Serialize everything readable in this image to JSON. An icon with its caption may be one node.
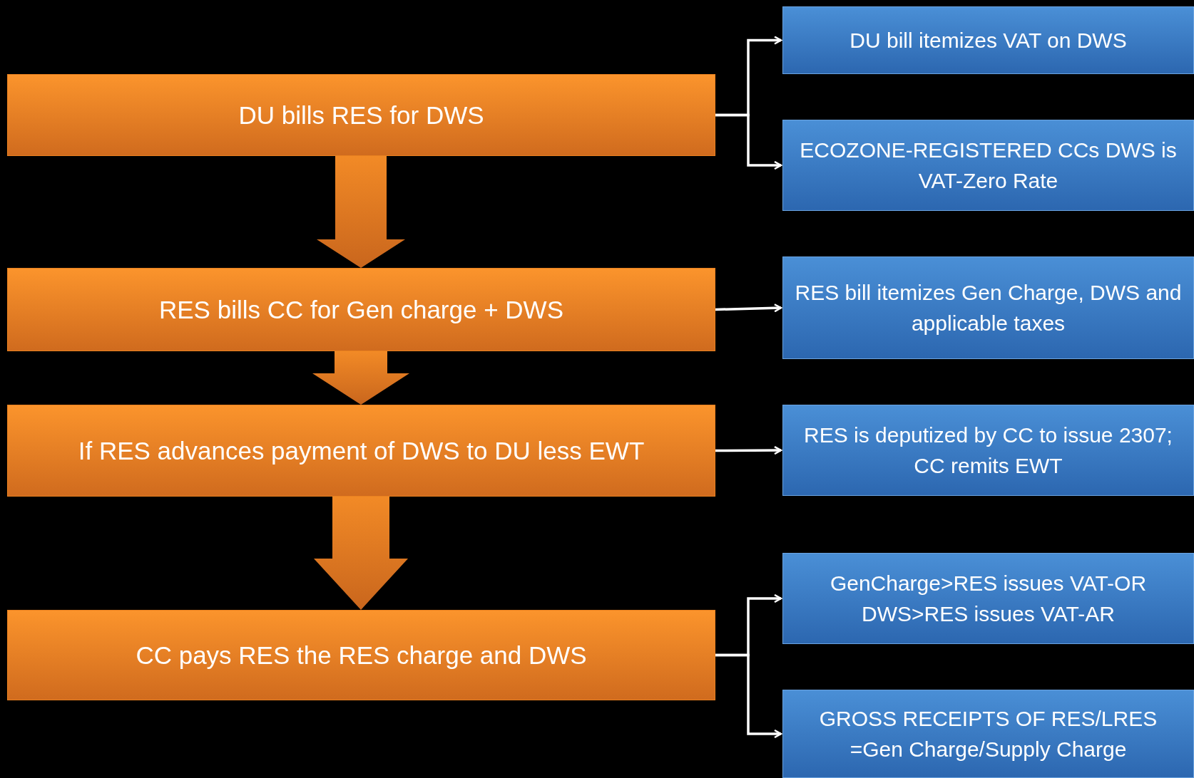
{
  "diagram": {
    "nodes": [
      {
        "text": [
          "DU bills RES for DWS"
        ]
      },
      {
        "text": [
          "RES bills CC for Gen charge + DWS"
        ]
      },
      {
        "text": [
          "If RES advances payment of DWS to DU less EWT"
        ]
      },
      {
        "text": [
          "CC pays RES the RES charge and DWS"
        ]
      },
      {
        "text": [
          "DU bill itemizes VAT on DWS"
        ]
      },
      {
        "text": [
          "ECOZONE-REGISTERED CCs DWS is VAT-Zero Rate"
        ]
      },
      {
        "text": [
          "RES bill itemizes Gen Charge, DWS and applicable taxes"
        ]
      },
      {
        "text": [
          "RES is deputized by CC to issue 2307; CC remits EWT"
        ]
      },
      {
        "text": [
          "GenCharge>RES issues VAT-OR DWS>RES issues VAT-AR"
        ]
      },
      {
        "text": [
          "GROSS RECEIPTS OF RES/LRES =Gen Charge/Supply Charge"
        ]
      }
    ],
    "edges": [
      {
        "from": 0,
        "to": 1,
        "arrow": "to",
        "style": "thick"
      },
      {
        "from": 1,
        "to": 2,
        "arrow": "to",
        "style": "thick"
      },
      {
        "from": 2,
        "to": 3,
        "arrow": "to",
        "style": "thick"
      },
      {
        "from": 0,
        "to": 4,
        "arrow": "to"
      },
      {
        "from": 0,
        "to": 5,
        "arrow": "to"
      },
      {
        "from": 1,
        "to": 6,
        "arrow": "to"
      },
      {
        "from": 2,
        "to": 7,
        "arrow": "to"
      },
      {
        "from": 3,
        "to": 8,
        "arrow": "to"
      },
      {
        "from": 3,
        "to": 9,
        "arrow": "to"
      }
    ]
  }
}
